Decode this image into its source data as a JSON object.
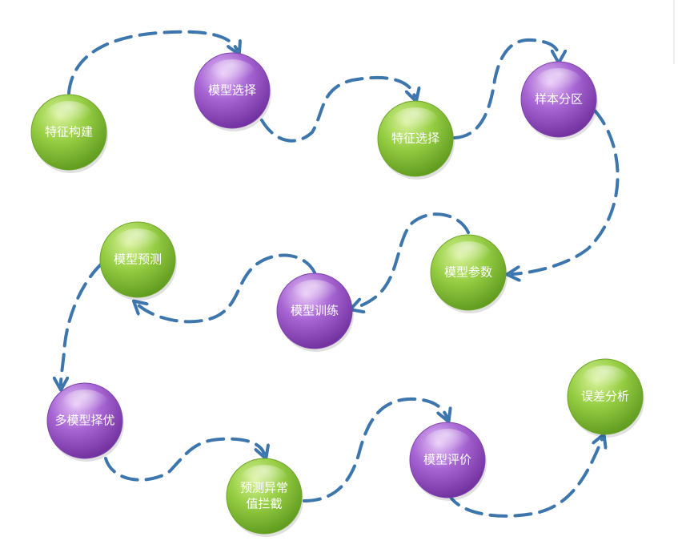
{
  "colors": {
    "green_node": "#8cc63f",
    "purple_node": "#9b59c6",
    "connector": "#3c76ad"
  },
  "nodes": {
    "feature_construction": {
      "label": "特征构建",
      "color": "green"
    },
    "model_selection": {
      "label": "模型选择",
      "color": "purple"
    },
    "feature_selection": {
      "label": "特征选择",
      "color": "green"
    },
    "sample_partition": {
      "label": "样本分区",
      "color": "purple"
    },
    "model_params": {
      "label": "模型参数",
      "color": "green"
    },
    "model_training": {
      "label": "模型训练",
      "color": "purple"
    },
    "model_prediction": {
      "label": "模型预测",
      "color": "green"
    },
    "multi_model_selection": {
      "label": "多模型择优",
      "color": "purple"
    },
    "anomaly_interception": {
      "label": [
        "预测异常",
        "值拦截"
      ],
      "color": "green"
    },
    "model_evaluation": {
      "label": "模型评价",
      "color": "purple"
    },
    "error_analysis": {
      "label": "误差分析",
      "color": "green"
    }
  },
  "flow_order": [
    "feature_construction",
    "model_selection",
    "feature_selection",
    "sample_partition",
    "model_params",
    "model_training",
    "model_prediction",
    "multi_model_selection",
    "anomaly_interception",
    "model_evaluation",
    "error_analysis"
  ]
}
